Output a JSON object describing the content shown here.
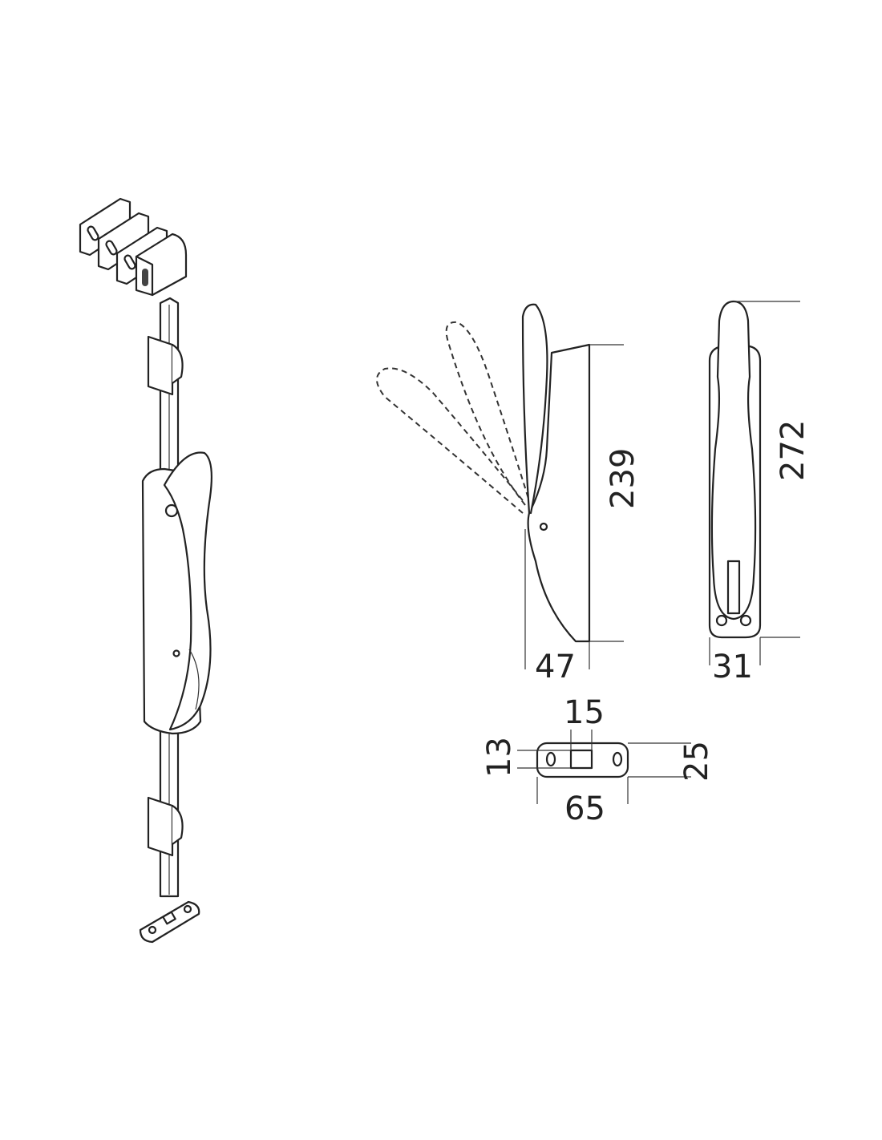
{
  "drawing": {
    "title": "Espagnolette window bolt – exploded view and dimensions",
    "dimensions": {
      "side_height": "239",
      "side_depth": "47",
      "front_height": "272",
      "front_width": "31",
      "strike_slot_width": "15",
      "strike_slot_height": "13",
      "strike_height": "25",
      "strike_length": "65"
    }
  }
}
